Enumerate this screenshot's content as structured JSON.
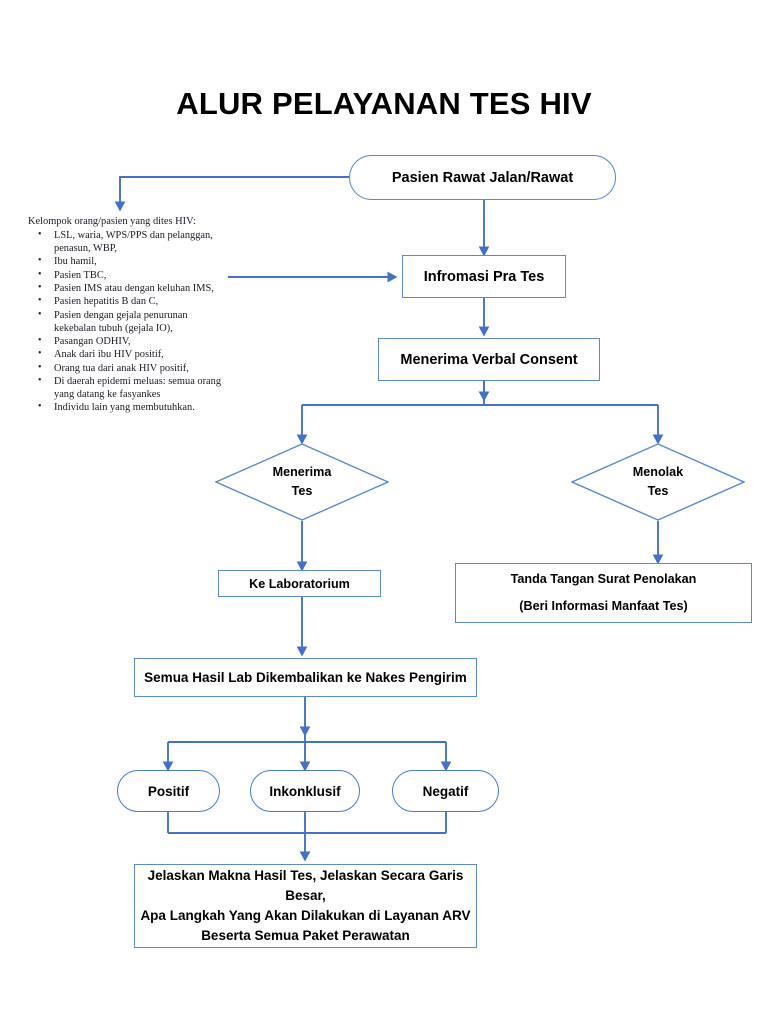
{
  "document": {
    "title": "ALUR PELAYANAN TES HIV"
  },
  "colors": {
    "connector_blue": "#4472c4",
    "box_border_blue": "#5b8ac7",
    "text_black": "#000000",
    "note_text": "#1b1b28",
    "background": "#ffffff"
  },
  "note": {
    "heading": "Kelompok orang/pasien yang dites HIV:",
    "items": [
      "LSL, waria, WPS/PPS dan pelanggan, penasun, WBP,",
      "Ibu hamil,",
      "Pasien TBC,",
      "Pasien IMS atau dengan keluhan IMS,",
      "Pasien hepatitis B dan C,",
      "Pasien dengan gejala penurunan kekebalan tubuh (gejala IO),",
      "Pasangan ODHIV,",
      "Anak dari ibu HIV positif,",
      "Orang tua dari anak HIV positif,",
      "Di daerah epidemi meluas: semua orang yang datang ke fasyankes",
      "Individu lain yang membutuhkan."
    ]
  },
  "flowchart": {
    "type": "flowchart",
    "nodes": [
      {
        "id": "pasien",
        "shape": "stadium",
        "label": "Pasien Rawat Jalan/Rawat"
      },
      {
        "id": "informasi",
        "shape": "rect",
        "label": "Infromasi Pra Tes"
      },
      {
        "id": "consent",
        "shape": "rect",
        "label": "Menerima Verbal Consent"
      },
      {
        "id": "menerima_tes",
        "shape": "diamond",
        "label_line1": "Menerima",
        "label_line2": "Tes"
      },
      {
        "id": "menolak_tes",
        "shape": "diamond",
        "label_line1": "Menolak",
        "label_line2": "Tes"
      },
      {
        "id": "lab",
        "shape": "rect",
        "label": "Ke Laboratorium"
      },
      {
        "id": "penolakan",
        "shape": "rect",
        "label_line1": "Tanda Tangan Surat Penolakan",
        "label_line2": "(Beri Informasi Manfaat Tes)"
      },
      {
        "id": "hasil_lab",
        "shape": "rect",
        "label": "Semua Hasil Lab Dikembalikan ke Nakes Pengirim"
      },
      {
        "id": "positif",
        "shape": "pill",
        "label": "Positif"
      },
      {
        "id": "inkonklusif",
        "shape": "pill",
        "label": "Inkonklusif"
      },
      {
        "id": "negatif",
        "shape": "pill",
        "label": "Negatif"
      },
      {
        "id": "jelaskan",
        "shape": "rect",
        "label_line1": "Jelaskan Makna Hasil Tes, Jelaskan Secara Garis Besar,",
        "label_line2": "Apa Langkah Yang Akan Dilakukan di Layanan ARV",
        "label_line3": "Beserta Semua Paket Perawatan"
      }
    ],
    "edges": [
      {
        "from": "pasien",
        "to": "note",
        "label": ""
      },
      {
        "from": "note",
        "to": "informasi",
        "label": ""
      },
      {
        "from": "pasien",
        "to": "informasi",
        "label": ""
      },
      {
        "from": "informasi",
        "to": "consent",
        "label": ""
      },
      {
        "from": "consent",
        "to": "menerima_tes",
        "label": ""
      },
      {
        "from": "consent",
        "to": "menolak_tes",
        "label": ""
      },
      {
        "from": "menerima_tes",
        "to": "lab",
        "label": ""
      },
      {
        "from": "menolak_tes",
        "to": "penolakan",
        "label": ""
      },
      {
        "from": "lab",
        "to": "hasil_lab",
        "label": ""
      },
      {
        "from": "hasil_lab",
        "to": "positif",
        "label": ""
      },
      {
        "from": "hasil_lab",
        "to": "inkonklusif",
        "label": ""
      },
      {
        "from": "hasil_lab",
        "to": "negatif",
        "label": ""
      },
      {
        "from": "positif",
        "to": "jelaskan",
        "label": ""
      },
      {
        "from": "inkonklusif",
        "to": "jelaskan",
        "label": ""
      },
      {
        "from": "negatif",
        "to": "jelaskan",
        "label": ""
      }
    ]
  }
}
